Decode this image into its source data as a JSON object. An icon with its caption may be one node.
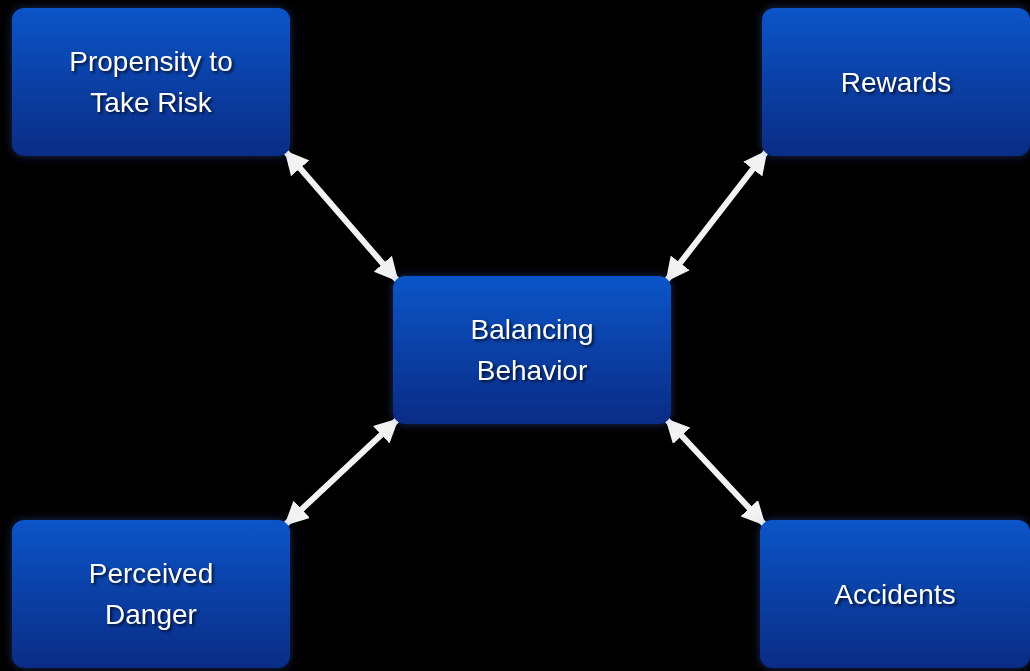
{
  "diagram": {
    "nodes": [
      {
        "text": [
          "Propensity to Take Risk"
        ]
      },
      {
        "text": [
          "Rewards"
        ]
      },
      {
        "text": [
          "Balancing Behavior"
        ]
      },
      {
        "text": [
          "Perceived Danger"
        ]
      },
      {
        "text": [
          "Accidents"
        ]
      }
    ],
    "edges": [
      {
        "from": 0,
        "to": 2,
        "arrow": "both"
      },
      {
        "from": 1,
        "to": 2,
        "arrow": "both"
      },
      {
        "from": 3,
        "to": 2,
        "arrow": "both"
      },
      {
        "from": 4,
        "to": 2,
        "arrow": "both"
      }
    ]
  }
}
